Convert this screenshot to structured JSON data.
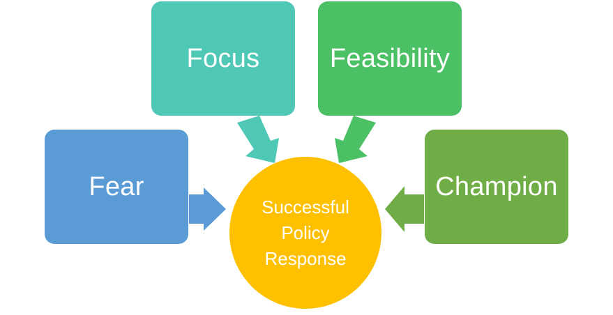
{
  "diagram": {
    "center": {
      "label": "Successful Policy Response",
      "color": "#FFC000"
    },
    "nodes": [
      {
        "id": "fear",
        "label": "Fear",
        "color": "#5B9BD5"
      },
      {
        "id": "focus",
        "label": "Focus",
        "color": "#4FC9B5"
      },
      {
        "id": "feasibility",
        "label": "Feasibility",
        "color": "#4CC064"
      },
      {
        "id": "champion",
        "label": "Champion",
        "color": "#70AD47"
      }
    ],
    "connections": [
      {
        "from": "fear",
        "to": "center"
      },
      {
        "from": "focus",
        "to": "center"
      },
      {
        "from": "feasibility",
        "to": "center"
      },
      {
        "from": "champion",
        "to": "center"
      }
    ]
  }
}
